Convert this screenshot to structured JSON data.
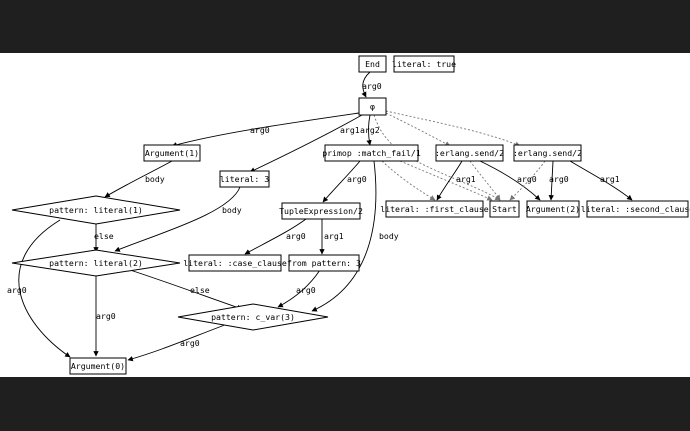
{
  "nodes": {
    "end": "End",
    "literal_true": "literal: true",
    "phi": "φ",
    "argument1": "Argument(1)",
    "primop": "primop :match_fail/1",
    "erlang_send_a": ":erlang.send/2",
    "erlang_send_b": ":erlang.send/2",
    "literal3": "literal: 3",
    "tuple_expr": "TupleExpression/2",
    "pattern_lit1": "pattern: literal(1)",
    "pattern_lit2": "pattern: literal(2)",
    "literal_case_clause": "literal: :case_clause",
    "from_pattern3": "from pattern: 3",
    "literal_first_clause": "literal: :first_clause",
    "start": "Start",
    "argument2": "Argument(2)",
    "literal_second_clause": "literal: :second_clause",
    "pattern_cvar3": "pattern: c_var(3)",
    "argument0": "Argument(0)"
  },
  "edge_labels": {
    "end_phi": "arg0",
    "phi_argument1": "arg0",
    "phi_literal3": "arg1",
    "phi_primop": "arg2",
    "argument1_plit1": "body",
    "literal3_plit2": "body",
    "plit1_plit2": "else",
    "plit1_argument0": "arg0",
    "plit2_argument0": "arg0",
    "plit2_cvar3": "else",
    "primop_tuple": "arg0",
    "primop_cvar3": "body",
    "tuple_case_clause": "arg0",
    "tuple_from_pattern": "arg1",
    "from_pattern_cvar3": "arg0",
    "cvar3_argument0": "arg0",
    "sendA_first_clause": "arg1",
    "sendA_argument2": "arg0",
    "sendB_argument2": "arg0",
    "sendB_second_clause": "arg1"
  }
}
